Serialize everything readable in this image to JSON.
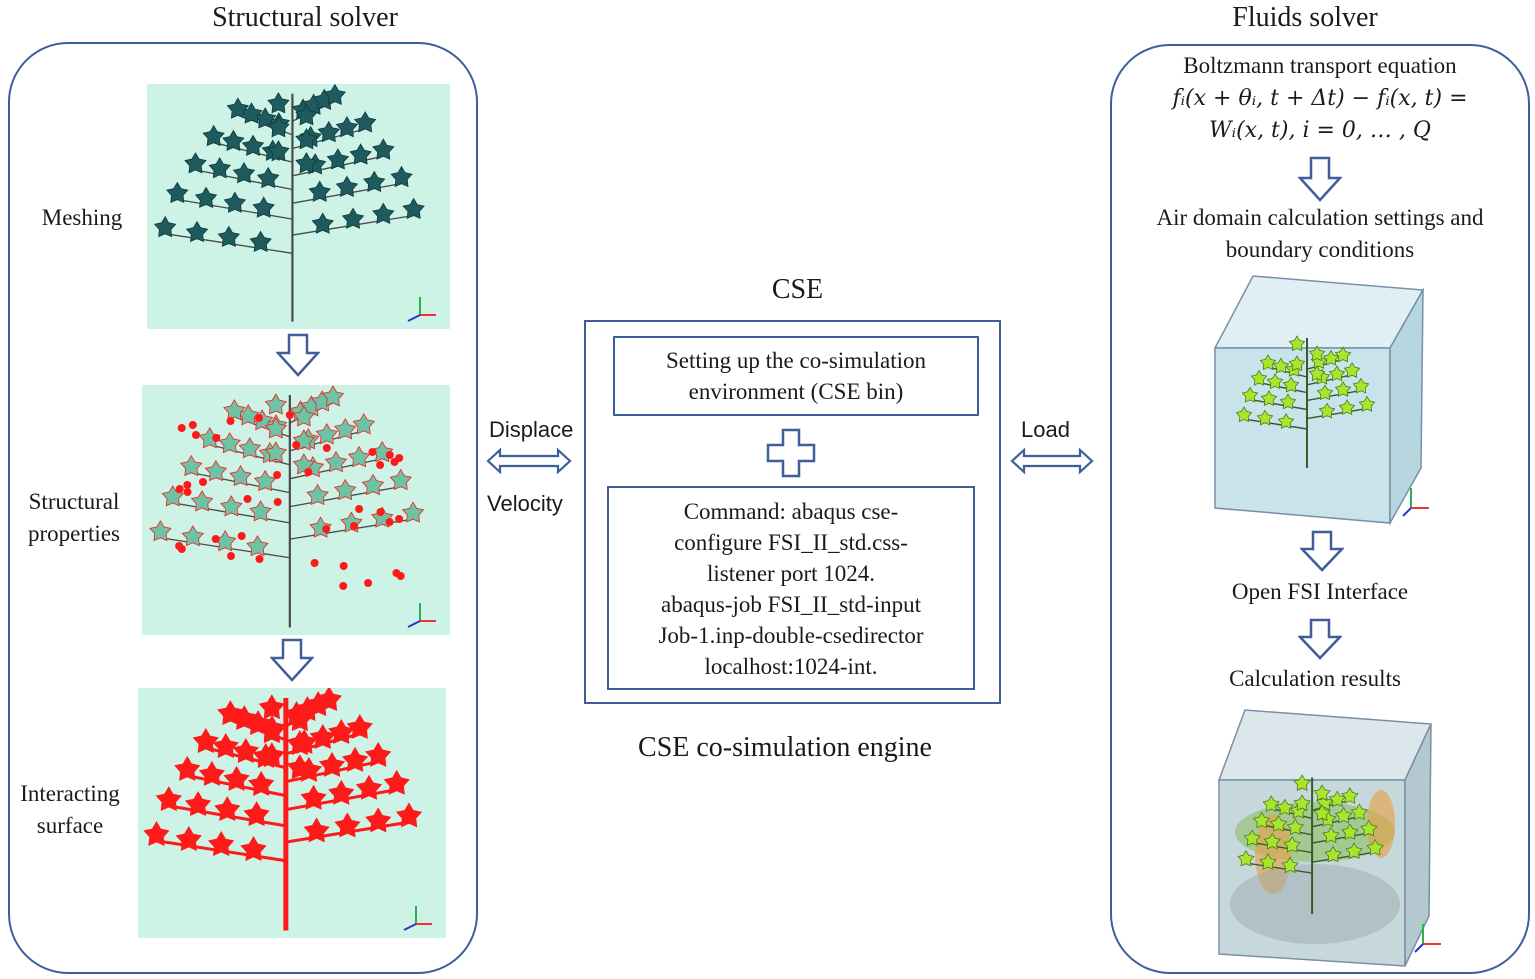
{
  "structural": {
    "title": "Structural solver",
    "steps": [
      "Meshing",
      "Structural properties",
      "Interacting surface"
    ]
  },
  "cse": {
    "title": "CSE",
    "setup_text": "Setting up the co-simulation environment (CSE bin)",
    "command_lines": [
      "Command: abaqus cse-",
      "configure FSI_II_std.css-",
      "listener port 1024.",
      "abaqus-job FSI_II_std-input",
      "Job-1.inp-double-csedirector",
      "localhost:1024-int."
    ],
    "caption": "CSE  co-simulation engine"
  },
  "links": {
    "displace": "Displace",
    "velocity": "Velocity",
    "load": "Load"
  },
  "fluids": {
    "title": "Fluids solver",
    "equation_title": "Boltzmann transport equation",
    "equation_lines": [
      "fᵢ(x + θᵢ, t + Δt) − fᵢ(x, t) =",
      "Wᵢ(x, t),  i = 0, … , Q"
    ],
    "step_air": "Air domain calculation settings and boundary conditions",
    "step_open": "Open  FSI Interface",
    "step_results": "Calculation results"
  },
  "colors": {
    "border": "#3f5f9a",
    "mesh_bg": "#cdf3e6",
    "mesh_leaf": "#1f5a5e",
    "red": "#ff1a1a",
    "fluid_leaf": "#a8e62e"
  }
}
